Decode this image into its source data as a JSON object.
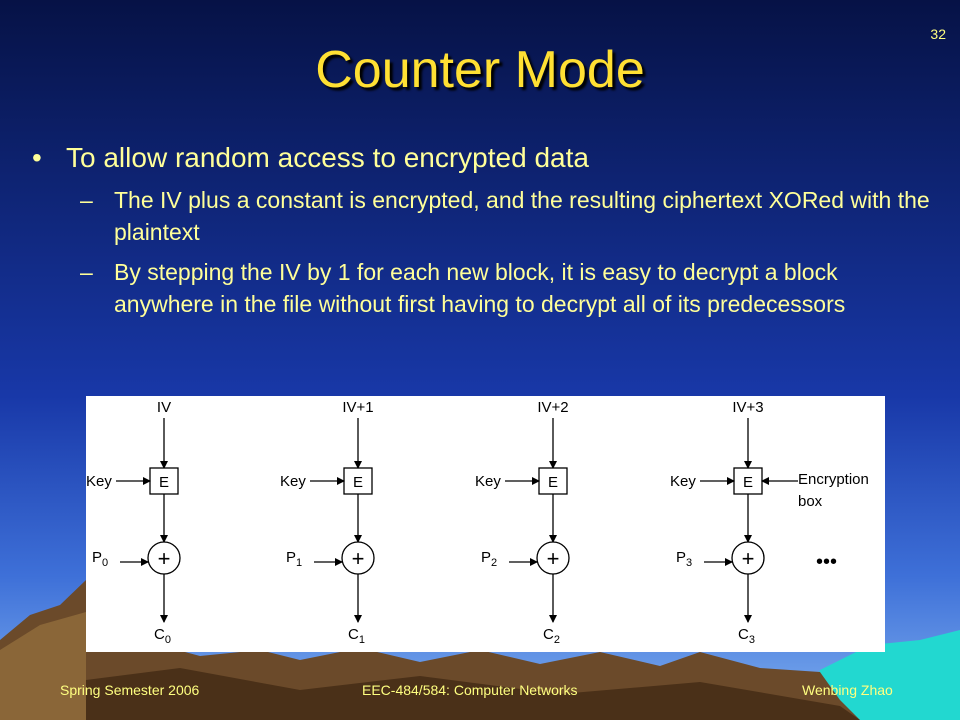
{
  "slide_number": "32",
  "title": "Counter Mode",
  "bullet": {
    "text": "To allow random access to encrypted data",
    "subitems": [
      "The IV plus a constant is encrypted, and the resulting ciphertext XORed with the plaintext",
      "By stepping the IV by 1 for each new block, it is easy to decrypt a block anywhere in the file without first having to decrypt all of its predecessors"
    ]
  },
  "diagram": {
    "key_label": "Key",
    "box_label": "E",
    "xor_symbol": "+",
    "encryption_box_label_line1": "Encryption",
    "encryption_box_label_line2": "box",
    "ellipsis": "•••",
    "stages": [
      {
        "iv": "IV",
        "p": "P",
        "c": "C",
        "sub": "0"
      },
      {
        "iv": "IV+1",
        "p": "P",
        "c": "C",
        "sub": "1"
      },
      {
        "iv": "IV+2",
        "p": "P",
        "c": "C",
        "sub": "2"
      },
      {
        "iv": "IV+3",
        "p": "P",
        "c": "C",
        "sub": "3"
      }
    ]
  },
  "footer": {
    "left": "Spring Semester 2006",
    "center": "EEC-484/584: Computer Networks",
    "right": "Wenbing Zhao"
  },
  "colors": {
    "title": "#ffe033",
    "text": "#ffff99",
    "background": "#0a1450"
  }
}
